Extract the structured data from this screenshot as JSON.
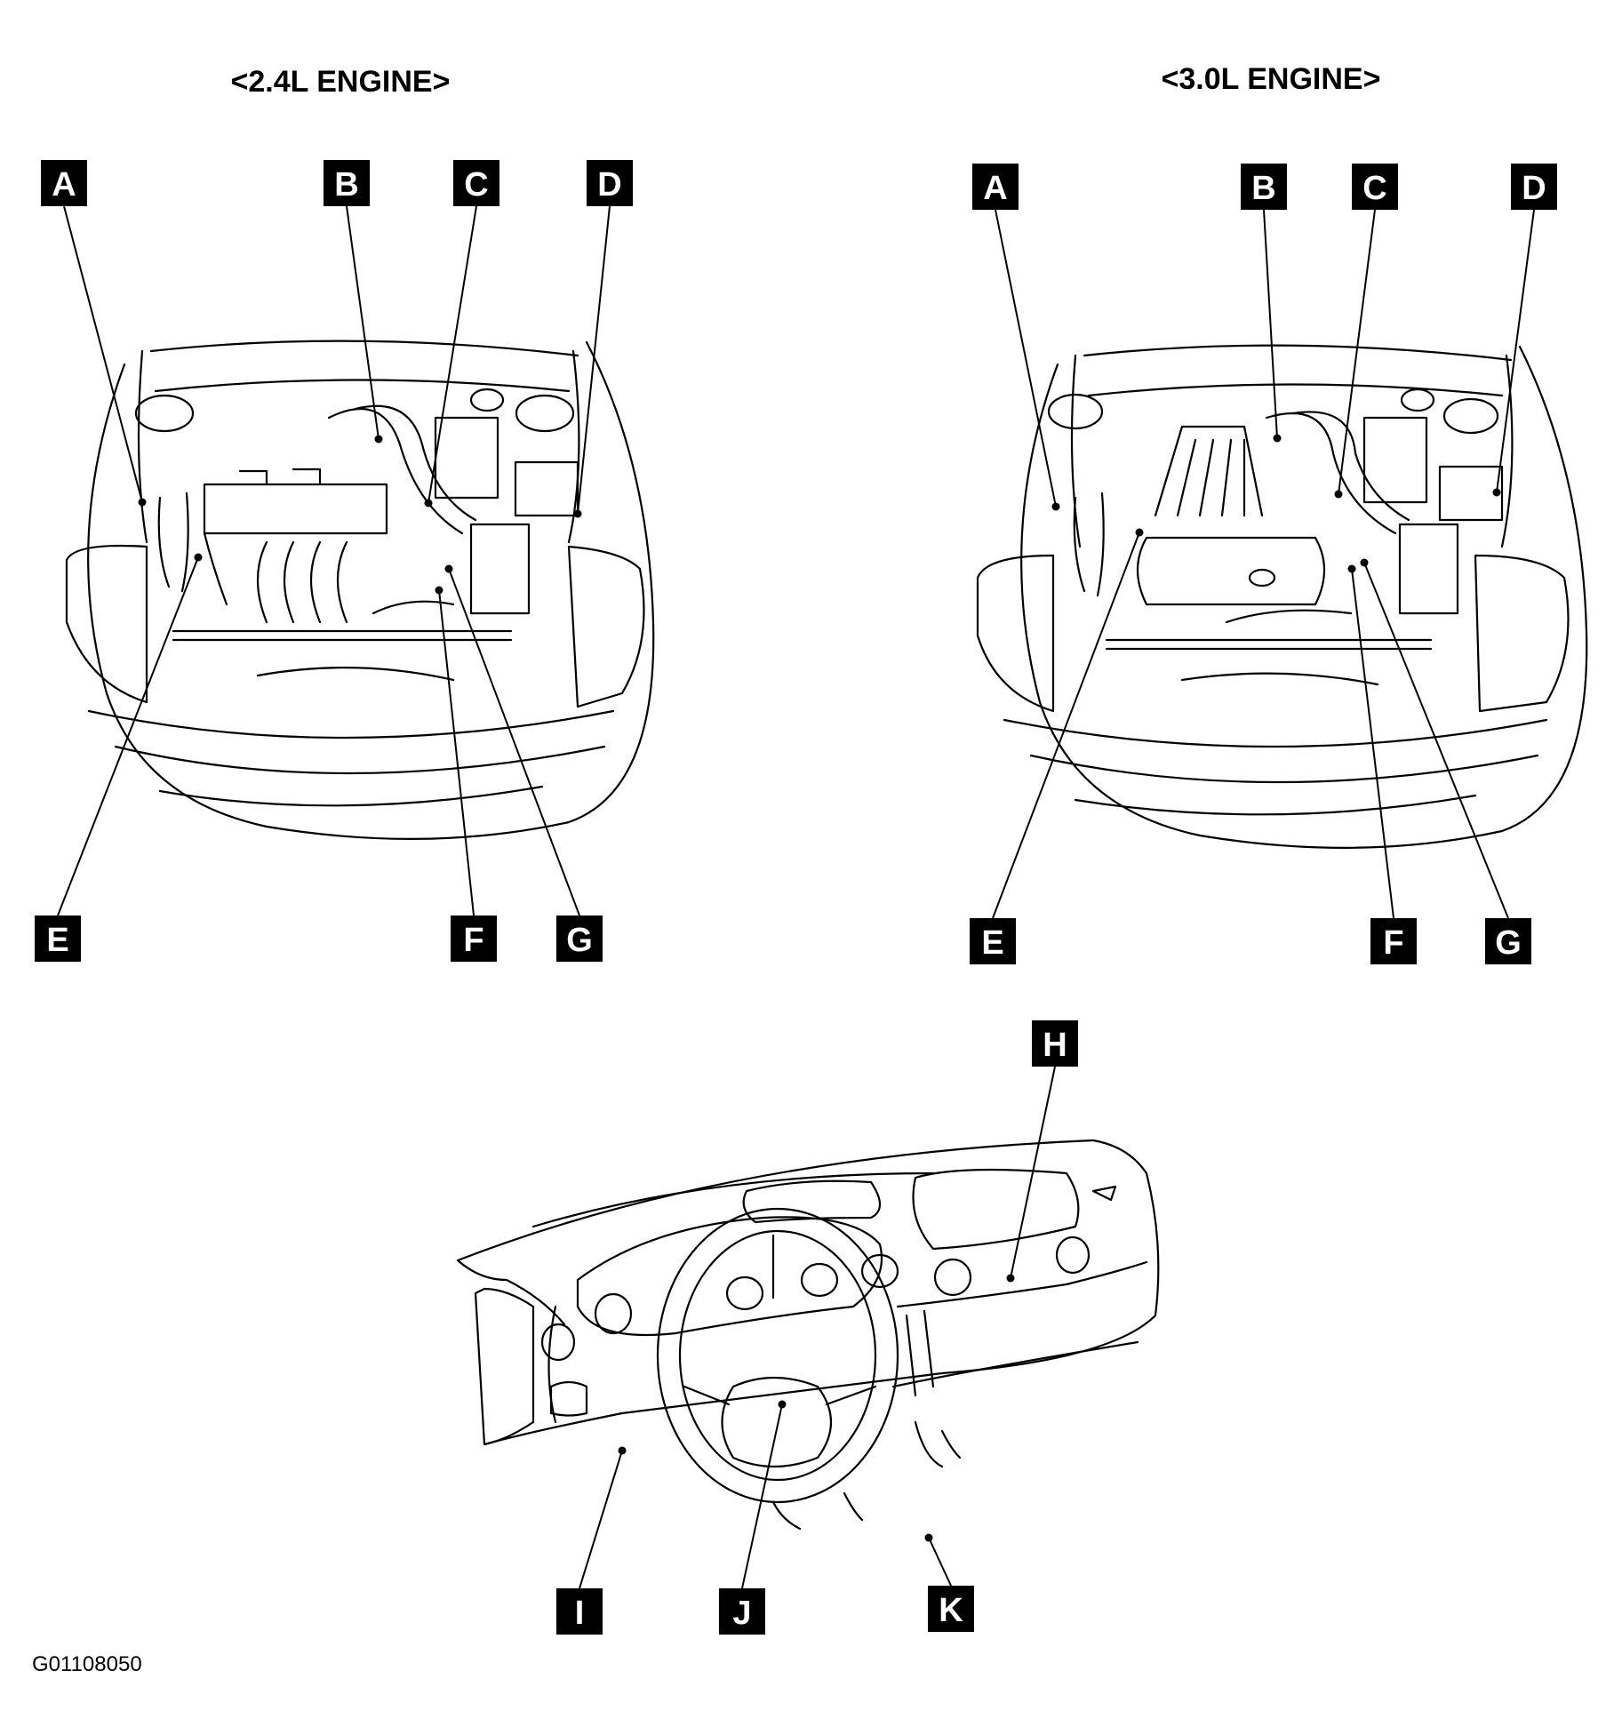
{
  "titles": {
    "left": "<2.4L ENGINE>",
    "right": "<3.0L ENGINE>"
  },
  "callouts": {
    "A": "A",
    "B": "B",
    "C": "C",
    "D": "D",
    "E": "E",
    "F": "F",
    "G": "G",
    "H": "H",
    "I": "I",
    "J": "J",
    "K": "K"
  },
  "figure_id": "G01108050"
}
